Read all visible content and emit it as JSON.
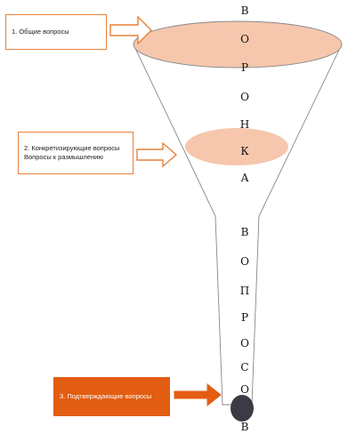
{
  "colors": {
    "arrow_stroke": "#e8803a",
    "arrow_fill": "#ffffff",
    "top_ellipse": "#f6c7ad",
    "mid_ellipse": "#f6c7ad",
    "final_box": "#e35d12",
    "final_arrow": "#e35d12",
    "drop": "#3a3b44",
    "funnel_outline": "#888888"
  },
  "steps": [
    {
      "lines": [
        "1.     Общие вопросы"
      ]
    },
    {
      "lines": [
        "2.  Конкретизирующие вопросы",
        "Вопросы к размышлению"
      ]
    },
    {
      "lines": [
        "3. Подтверждающие вопросы"
      ]
    }
  ],
  "vertical_label": {
    "letters": [
      "В",
      "О",
      "Р",
      "О",
      "Н",
      "К",
      "А",
      "В",
      "О",
      "П",
      "Р",
      "О",
      "С",
      "О",
      "В"
    ]
  }
}
